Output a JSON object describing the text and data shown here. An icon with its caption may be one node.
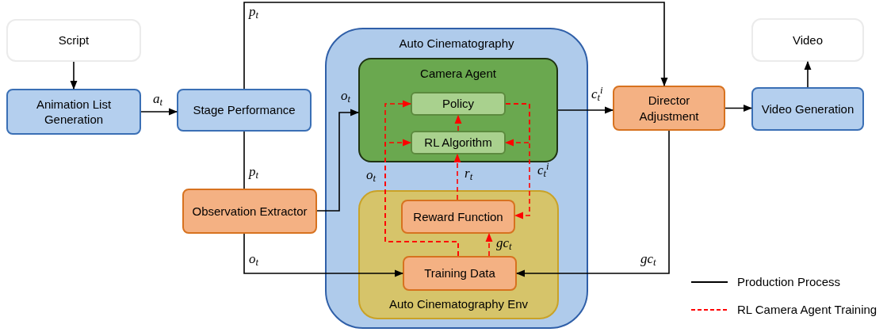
{
  "diagram": {
    "nodes": [
      {
        "text": [
          "Script"
        ]
      },
      {
        "text": [
          "Animation List Generation"
        ]
      },
      {
        "text": [
          "Stage Performance"
        ]
      },
      {
        "text": [
          "Observation Extractor"
        ]
      },
      {
        "text": [
          "Auto Cinematography"
        ]
      },
      {
        "text": [
          "Camera Agent"
        ],
        "in": 4
      },
      {
        "text": [
          "Policy"
        ],
        "in": 5
      },
      {
        "text": [
          "RL Algorithm"
        ],
        "in": 5
      },
      {
        "text": [
          "Auto Cinematography Env"
        ],
        "in": 4
      },
      {
        "text": [
          "Reward Function"
        ],
        "in": 8
      },
      {
        "text": [
          "Training Data"
        ],
        "in": 8
      },
      {
        "text": [
          "Director Adjustment"
        ]
      },
      {
        "text": [
          "Video Generation"
        ]
      },
      {
        "text": [
          "Video"
        ]
      }
    ],
    "edges": [
      {
        "from": 0,
        "to": 1,
        "arrow": "to"
      },
      {
        "from": 1,
        "to": 2,
        "arrow": "to",
        "label": "a$_{t}$"
      },
      {
        "from": 2,
        "to": 11,
        "arrow": "to",
        "label": "p$_{t}$"
      },
      {
        "from": 2,
        "to": 3,
        "arrow": "none",
        "label": "p$_{t}$"
      },
      {
        "from": 3,
        "to": 5,
        "arrow": "to",
        "label": "o$_{t}$"
      },
      {
        "from": 3,
        "to": 10,
        "arrow": "to",
        "label": "o$_{t}$"
      },
      {
        "from": 5,
        "to": 11,
        "arrow": "to",
        "label": "c$_{t}$$^{i}$"
      },
      {
        "from": 11,
        "to": 12,
        "arrow": "to"
      },
      {
        "from": 12,
        "to": 13,
        "arrow": "to"
      },
      {
        "from": 11,
        "to": 10,
        "arrow": "to",
        "label": "gc$_{t}$"
      },
      {
        "from": 10,
        "to": 6,
        "arrow": "to",
        "label": "o$_{t}$",
        "style": "dashed",
        "color": "#ff0000"
      },
      {
        "from": 10,
        "to": 7,
        "arrow": "to",
        "style": "dashed",
        "color": "#ff0000"
      },
      {
        "from": 10,
        "to": 9,
        "arrow": "to",
        "label": "gc$_{t}$",
        "style": "dashed",
        "color": "#ff0000"
      },
      {
        "from": 9,
        "to": 7,
        "arrow": "to",
        "label": "r$_{t}$",
        "style": "dashed",
        "color": "#ff0000"
      },
      {
        "from": 7,
        "to": 6,
        "arrow": "to",
        "style": "dashed",
        "color": "#ff0000"
      },
      {
        "from": 6,
        "to": 9,
        "arrow": "to",
        "label": "c$_{t}$$^{i}$",
        "style": "dashed",
        "color": "#ff0000"
      },
      {
        "from": 6,
        "to": 7,
        "arrow": "to",
        "style": "dashed",
        "color": "#ff0000"
      }
    ],
    "legend": [
      {
        "text": "Production Process"
      },
      {
        "text": "RL Camera Agent Training"
      }
    ]
  }
}
